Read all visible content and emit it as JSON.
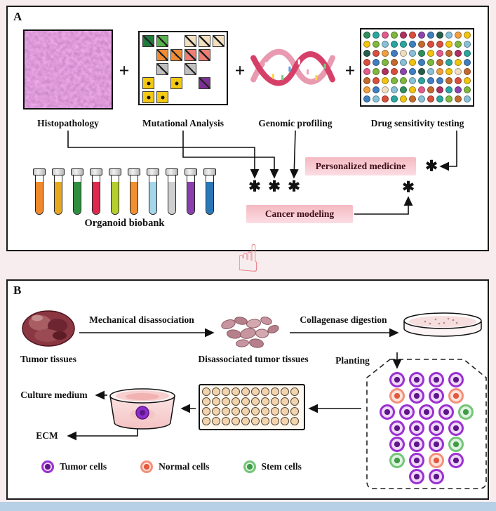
{
  "panel_a": {
    "label": "A",
    "plus_sign": "+",
    "asterisk": "✱",
    "figures": [
      {
        "name": "histopathology",
        "label": "Histopathology"
      },
      {
        "name": "mutational-analysis",
        "label": "Mutational Analysis"
      },
      {
        "name": "genomic-profiling",
        "label": "Genomic profiling"
      },
      {
        "name": "drug-sensitivity-testing",
        "label": "Drug sensitivity testing"
      }
    ],
    "personalized_medicine_label": "Personalized medicine",
    "cancer_modeling_label": "Cancer modeling",
    "organoid_biobank_label": "Organoid biobank",
    "tube_colors": [
      "#f0882c",
      "#e8a81e",
      "#2f8f3e",
      "#e0274e",
      "#b5cf2e",
      "#f09030",
      "#a5d5ea",
      "#cfcfcf",
      "#8a3fae",
      "#2878b8"
    ],
    "mutation_cells": [
      {
        "r": 0,
        "c": 0,
        "color": "#1f7a3d",
        "mark": "diag"
      },
      {
        "r": 0,
        "c": 1,
        "color": "#56b24c",
        "mark": "diag"
      },
      {
        "r": 0,
        "c": 3,
        "color": "#f2dfc0",
        "mark": "diag"
      },
      {
        "r": 0,
        "c": 4,
        "color": "#f2dfc0",
        "mark": "diag"
      },
      {
        "r": 0,
        "c": 5,
        "color": "#f2dfc0",
        "mark": "diag"
      },
      {
        "r": 1,
        "c": 1,
        "color": "#f08c34",
        "mark": "diag"
      },
      {
        "r": 1,
        "c": 2,
        "color": "#f08c34",
        "mark": "diag"
      },
      {
        "r": 1,
        "c": 3,
        "color": "#ee7d72",
        "mark": "diag"
      },
      {
        "r": 1,
        "c": 4,
        "color": "#ee7d72",
        "mark": "diag"
      },
      {
        "r": 2,
        "c": 1,
        "color": "#bfbfbf",
        "mark": "diag"
      },
      {
        "r": 2,
        "c": 3,
        "color": "#bfbfbf",
        "mark": "diag"
      },
      {
        "r": 3,
        "c": 0,
        "color": "#f3c912",
        "mark": "dot"
      },
      {
        "r": 3,
        "c": 2,
        "color": "#f3c912",
        "mark": "dot"
      },
      {
        "r": 3,
        "c": 4,
        "color": "#7c2f94",
        "mark": "diag"
      },
      {
        "r": 4,
        "c": 0,
        "color": "#f3c912",
        "mark": "dot"
      },
      {
        "r": 4,
        "c": 1,
        "color": "#f3c912",
        "mark": "dot"
      }
    ],
    "drug_plate": {
      "rows": 8,
      "cols": 12,
      "palette": [
        "#2f8f5b",
        "#d94f3d",
        "#f2a03d",
        "#2aa6a0",
        "#8e44ad",
        "#f1c40f",
        "#e05c8a",
        "#3f7fbf",
        "#f0e0c0",
        "#7fb83e",
        "#265e4a",
        "#c46a2e",
        "#b03060",
        "#88c0d8"
      ]
    }
  },
  "divider": {
    "hand_icon_glyph": "☝"
  },
  "panel_b": {
    "label": "B",
    "steps": {
      "tumor_tissues": "Tumor tissues",
      "mechanical": "Mechanical disassociation",
      "disassociated": "Disassociated tumor tissues",
      "collagenase": "Collagenase digestion",
      "planting": "Planting",
      "culture_medium": "Culture medium",
      "ecm": "ECM"
    },
    "plate": {
      "rows": 4,
      "cols": 10
    },
    "flask_rows": [
      [
        "tumor",
        "tumor",
        "tumor",
        "tumor"
      ],
      [
        "normal",
        "tumor",
        "tumor",
        "normal"
      ],
      [
        "tumor",
        "tumor",
        "tumor",
        "tumor",
        "stem"
      ],
      [
        "tumor",
        "tumor",
        "tumor",
        "tumor"
      ],
      [
        "tumor",
        "tumor",
        "tumor",
        "stem"
      ],
      [
        "stem",
        "tumor",
        "normal",
        "tumor"
      ],
      [
        "tumor",
        "tumor"
      ]
    ],
    "cell_colors": {
      "tumor": {
        "ring": "#9b30d0",
        "center": "#5e1688",
        "fill": "#eedaf8"
      },
      "normal": {
        "ring": "#f4907a",
        "center": "#e05a40",
        "fill": "#fde4dc"
      },
      "stem": {
        "ring": "#74c578",
        "center": "#3f9d47",
        "fill": "#e2f3e2"
      }
    },
    "legend": [
      {
        "type": "tumor",
        "label": "Tumor cells"
      },
      {
        "type": "normal",
        "label": "Normal cells"
      },
      {
        "type": "stem",
        "label": "Stem cells"
      }
    ]
  }
}
